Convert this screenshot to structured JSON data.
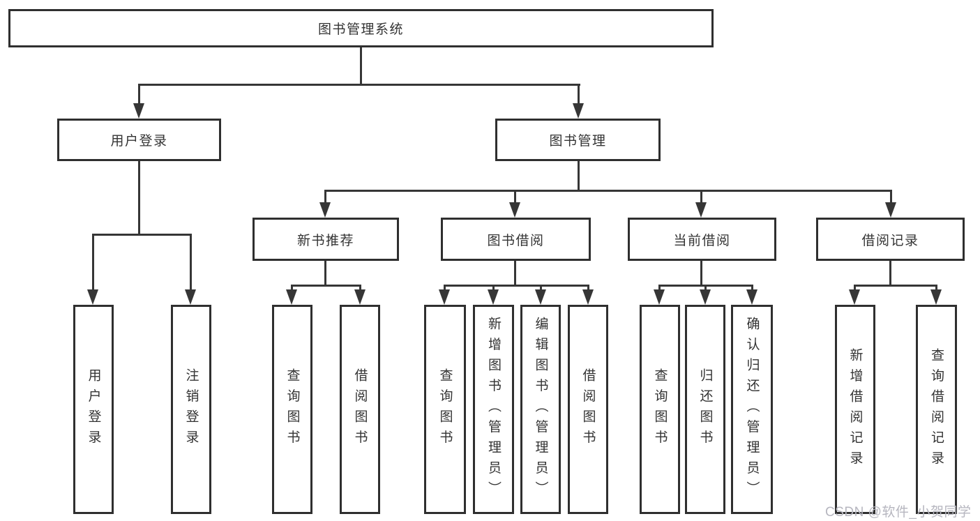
{
  "diagram_title": "图书管理系统",
  "nodes": {
    "root": {
      "label": "图书管理系统"
    },
    "level2": {
      "user_login": {
        "label": "用户登录"
      },
      "book_mgmt": {
        "label": "图书管理"
      }
    },
    "level3": {
      "new_book_rec": {
        "label": "新书推荐"
      },
      "book_borrow": {
        "label": "图书借阅"
      },
      "current_borrow": {
        "label": "当前借阅"
      },
      "borrow_record": {
        "label": "借阅记录"
      }
    },
    "leaves": {
      "user_login_leaf": {
        "label": "用户登录",
        "parent": "用户登录"
      },
      "logout_leaf": {
        "label": "注销登录",
        "parent": "用户登录"
      },
      "nb_query": {
        "label": "查询图书",
        "parent": "新书推荐"
      },
      "nb_borrow": {
        "label": "借阅图书",
        "parent": "新书推荐"
      },
      "bb_query": {
        "label": "查询图书",
        "parent": "图书借阅"
      },
      "bb_add": {
        "label": "新增图书（管理员）",
        "parent": "图书借阅"
      },
      "bb_edit": {
        "label": "编辑图书（管理员）",
        "parent": "图书借阅"
      },
      "bb_borrow": {
        "label": "借阅图书",
        "parent": "图书借阅"
      },
      "cb_query": {
        "label": "查询图书",
        "parent": "当前借阅"
      },
      "cb_return": {
        "label": "归还图书",
        "parent": "当前借阅"
      },
      "cb_confirm": {
        "label": "确认归还（管理员）",
        "parent": "当前借阅"
      },
      "br_add": {
        "label": "新增借阅记录",
        "parent": "借阅记录"
      },
      "br_query": {
        "label": "查询借阅记录",
        "parent": "借阅记录"
      }
    }
  },
  "watermark": {
    "text": "CSDN @软件_小贺同学"
  },
  "colors": {
    "background": "#ffffff",
    "box_border": "#2f2f2f",
    "connector_line": "#363636",
    "label_text": "#333333",
    "watermark_text": "#b6b6bf"
  }
}
